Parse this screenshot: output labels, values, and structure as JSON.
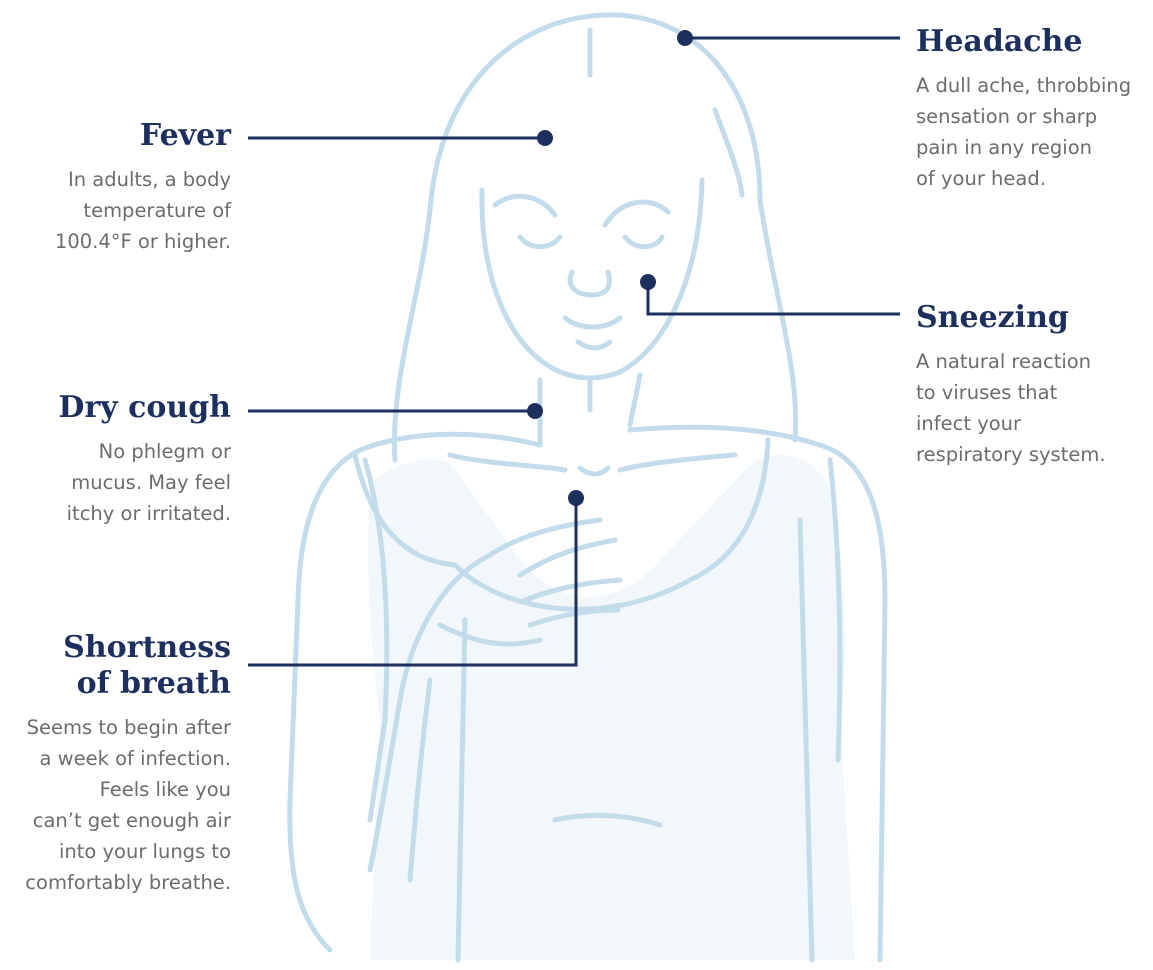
{
  "colors": {
    "accent": "#1c2f5e",
    "outline": "#c3dcec",
    "body_text": "#6c6c6c"
  },
  "symptoms": {
    "fever": {
      "title": "Fever",
      "desc": "In adults, a body\ntemperature of\n100.4°F or higher."
    },
    "headache": {
      "title": "Headache",
      "desc": "A dull ache, throbbing\nsensation or sharp\npain in any region\nof your head."
    },
    "sneezing": {
      "title": "Sneezing",
      "desc": "A natural reaction\nto viruses that\ninfect your\nrespiratory system."
    },
    "dry_cough": {
      "title": "Dry cough",
      "desc": "No phlegm or\nmucus. May feel\nitchy or irritated."
    },
    "shortness": {
      "title": "Shortness\nof breath",
      "desc": "Seems to begin after\na week of infection.\nFeels  like you\ncan’t get enough air\ninto your lungs to\ncomfortably breathe."
    }
  }
}
